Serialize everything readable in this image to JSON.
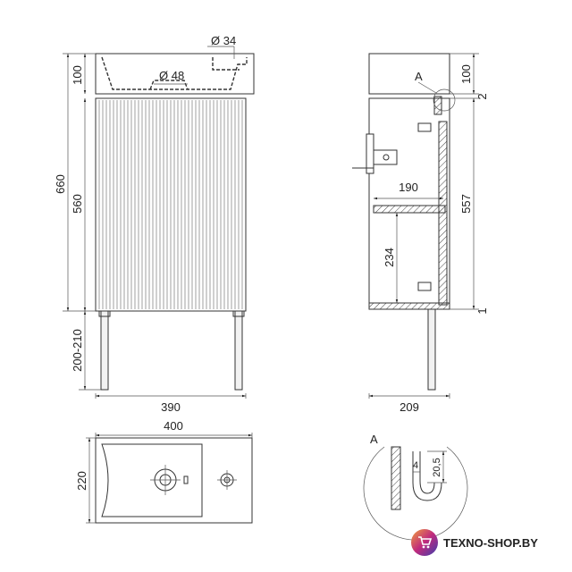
{
  "front_view": {
    "dim_diameter_top": "Ø 34",
    "dim_diameter_drain": "Ø 48",
    "dim_basin_height": "100",
    "dim_total_height": "660",
    "dim_cabinet_height": "560",
    "dim_leg_height": "200-210",
    "dim_width": "390"
  },
  "side_view": {
    "detail_label": "A",
    "dim_top": "100",
    "dim_gap": "2",
    "dim_shelf_depth": "190",
    "dim_inner_height": "557",
    "dim_shelf_height": "234",
    "dim_bottom_gap": "1",
    "dim_depth": "209"
  },
  "top_view": {
    "dim_width": "400",
    "dim_depth": "220"
  },
  "detail_view": {
    "label": "A",
    "dim_thickness": "4",
    "dim_height": "20,5"
  },
  "brand": {
    "name": "TEXNO-SHOP.BY",
    "icon": "cart-icon"
  }
}
